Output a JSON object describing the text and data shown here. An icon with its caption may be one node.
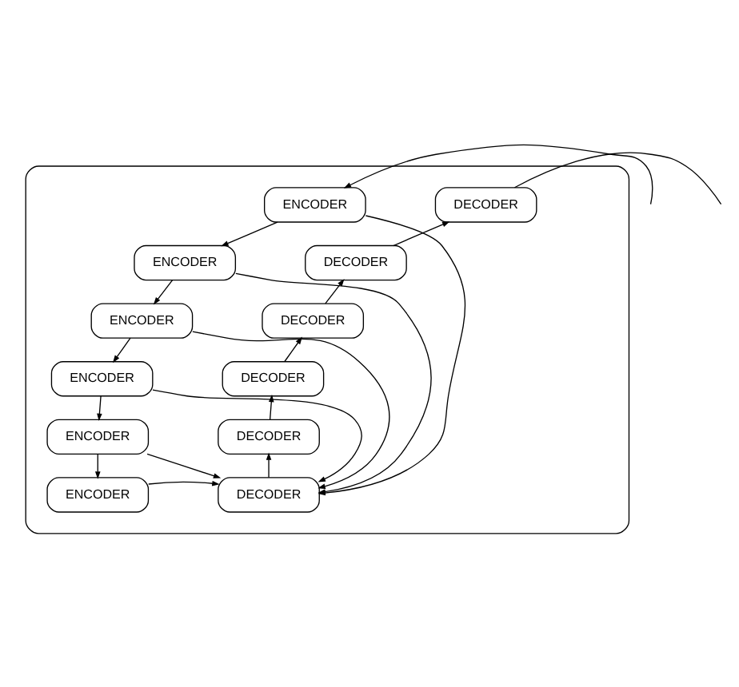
{
  "diagram": {
    "nodes": [
      {
        "text": [],
        "shape": "box"
      },
      {
        "text": [
          "ENCODER"
        ],
        "in": 0
      },
      {
        "text": [
          "ENCODER"
        ],
        "in": 0
      },
      {
        "text": [
          "ENCODER"
        ],
        "in": 0
      },
      {
        "text": [
          "ENCODER"
        ],
        "in": 0
      },
      {
        "text": [
          "ENCODER"
        ],
        "in": 0
      },
      {
        "text": [
          "ENCODER"
        ],
        "in": 0
      },
      {
        "text": [
          "DECODER"
        ],
        "in": 0
      },
      {
        "text": [
          "DECODER"
        ],
        "in": 0
      },
      {
        "text": [
          "DECODER"
        ],
        "in": 0
      },
      {
        "text": [
          "DECODER"
        ],
        "in": 0
      },
      {
        "text": [
          "DECODER"
        ],
        "in": 0
      },
      {
        "text": [
          "DECODER"
        ],
        "in": 0
      }
    ],
    "edges": [
      {
        "from": null,
        "to": 1,
        "arrow": "to"
      },
      {
        "from": 1,
        "to": 2,
        "arrow": "to"
      },
      {
        "from": 2,
        "to": 3,
        "arrow": "to"
      },
      {
        "from": 3,
        "to": 4,
        "arrow": "to"
      },
      {
        "from": 4,
        "to": 5,
        "arrow": "to"
      },
      {
        "from": 5,
        "to": 6,
        "arrow": "to"
      },
      {
        "from": 1,
        "to": 12,
        "arrow": "to"
      },
      {
        "from": 2,
        "to": 12,
        "arrow": "to"
      },
      {
        "from": 3,
        "to": 12,
        "arrow": "to"
      },
      {
        "from": 4,
        "to": 12,
        "arrow": "to"
      },
      {
        "from": 5,
        "to": 12,
        "arrow": "to"
      },
      {
        "from": 6,
        "to": 12,
        "arrow": "to"
      },
      {
        "from": 12,
        "to": 11,
        "arrow": "to"
      },
      {
        "from": 11,
        "to": 10,
        "arrow": "to"
      },
      {
        "from": 10,
        "to": 9,
        "arrow": "to"
      },
      {
        "from": 9,
        "to": 8,
        "arrow": "to"
      },
      {
        "from": 8,
        "to": 7,
        "arrow": "to"
      },
      {
        "from": 7,
        "to": null,
        "arrow": "none"
      }
    ]
  }
}
